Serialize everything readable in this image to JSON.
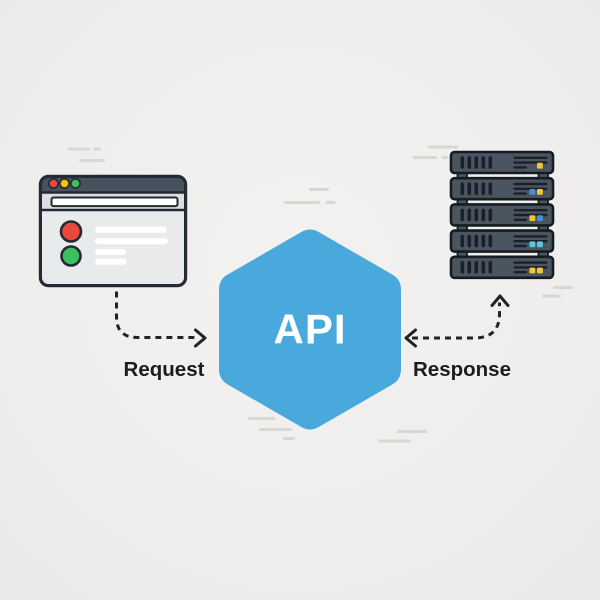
{
  "diagram_title": "API request-response flow",
  "background": "#f0efed",
  "speedline_color": "#d8d7d4",
  "hexagon": {
    "label": "API",
    "fill": "#4aa9dc",
    "stroke": "#1b3c59",
    "label_color": "#ffffff"
  },
  "labels": {
    "request": "Request",
    "response": "Response",
    "color": "#1c1c1e"
  },
  "arrow_color": "#222222",
  "browser": {
    "titlebar_color": "#47525f",
    "body_color": "#e9eaec",
    "addressbar_color": "#dcdee1",
    "outline_color": "#232a33",
    "traffic_lights": [
      "#e8493a",
      "#f2c500",
      "#3bc05f"
    ],
    "content": {
      "red_dot": "#e8493a",
      "green_dot": "#3bc05f",
      "text_bar_color": "#ffffff"
    }
  },
  "servers": {
    "chassis_color": "#4a5560",
    "detail_color": "#1a202a",
    "units": [
      {
        "leds": [
          {
            "color": "#f0c832"
          }
        ]
      },
      {
        "leds": [
          {
            "color": "#4a90d8"
          },
          {
            "color": "#f0c832"
          }
        ]
      },
      {
        "leds": [
          {
            "color": "#f0c832"
          },
          {
            "color": "#4a90d8"
          }
        ]
      },
      {
        "leds": [
          {
            "color": "#5fc6e0"
          },
          {
            "color": "#5fc6e0"
          }
        ]
      },
      {
        "leds": [
          {
            "color": "#f0c832"
          },
          {
            "color": "#f0c832"
          }
        ]
      }
    ]
  }
}
